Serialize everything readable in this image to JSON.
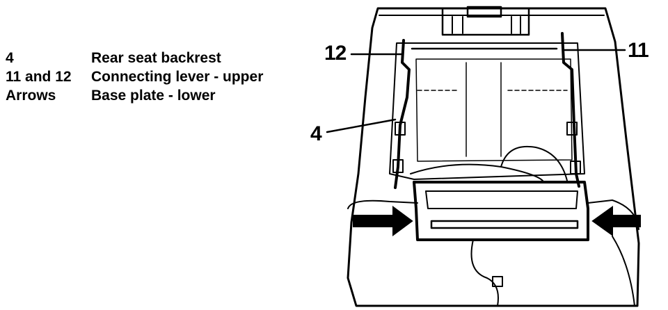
{
  "legend": [
    {
      "key": "4",
      "description": "Rear seat backrest"
    },
    {
      "key": "11 and 12",
      "description": "Connecting lever - upper"
    },
    {
      "key": "Arrows",
      "description": "Base plate - lower"
    }
  ],
  "callouts": {
    "c12": "12",
    "c11": "11",
    "c4": "4"
  }
}
